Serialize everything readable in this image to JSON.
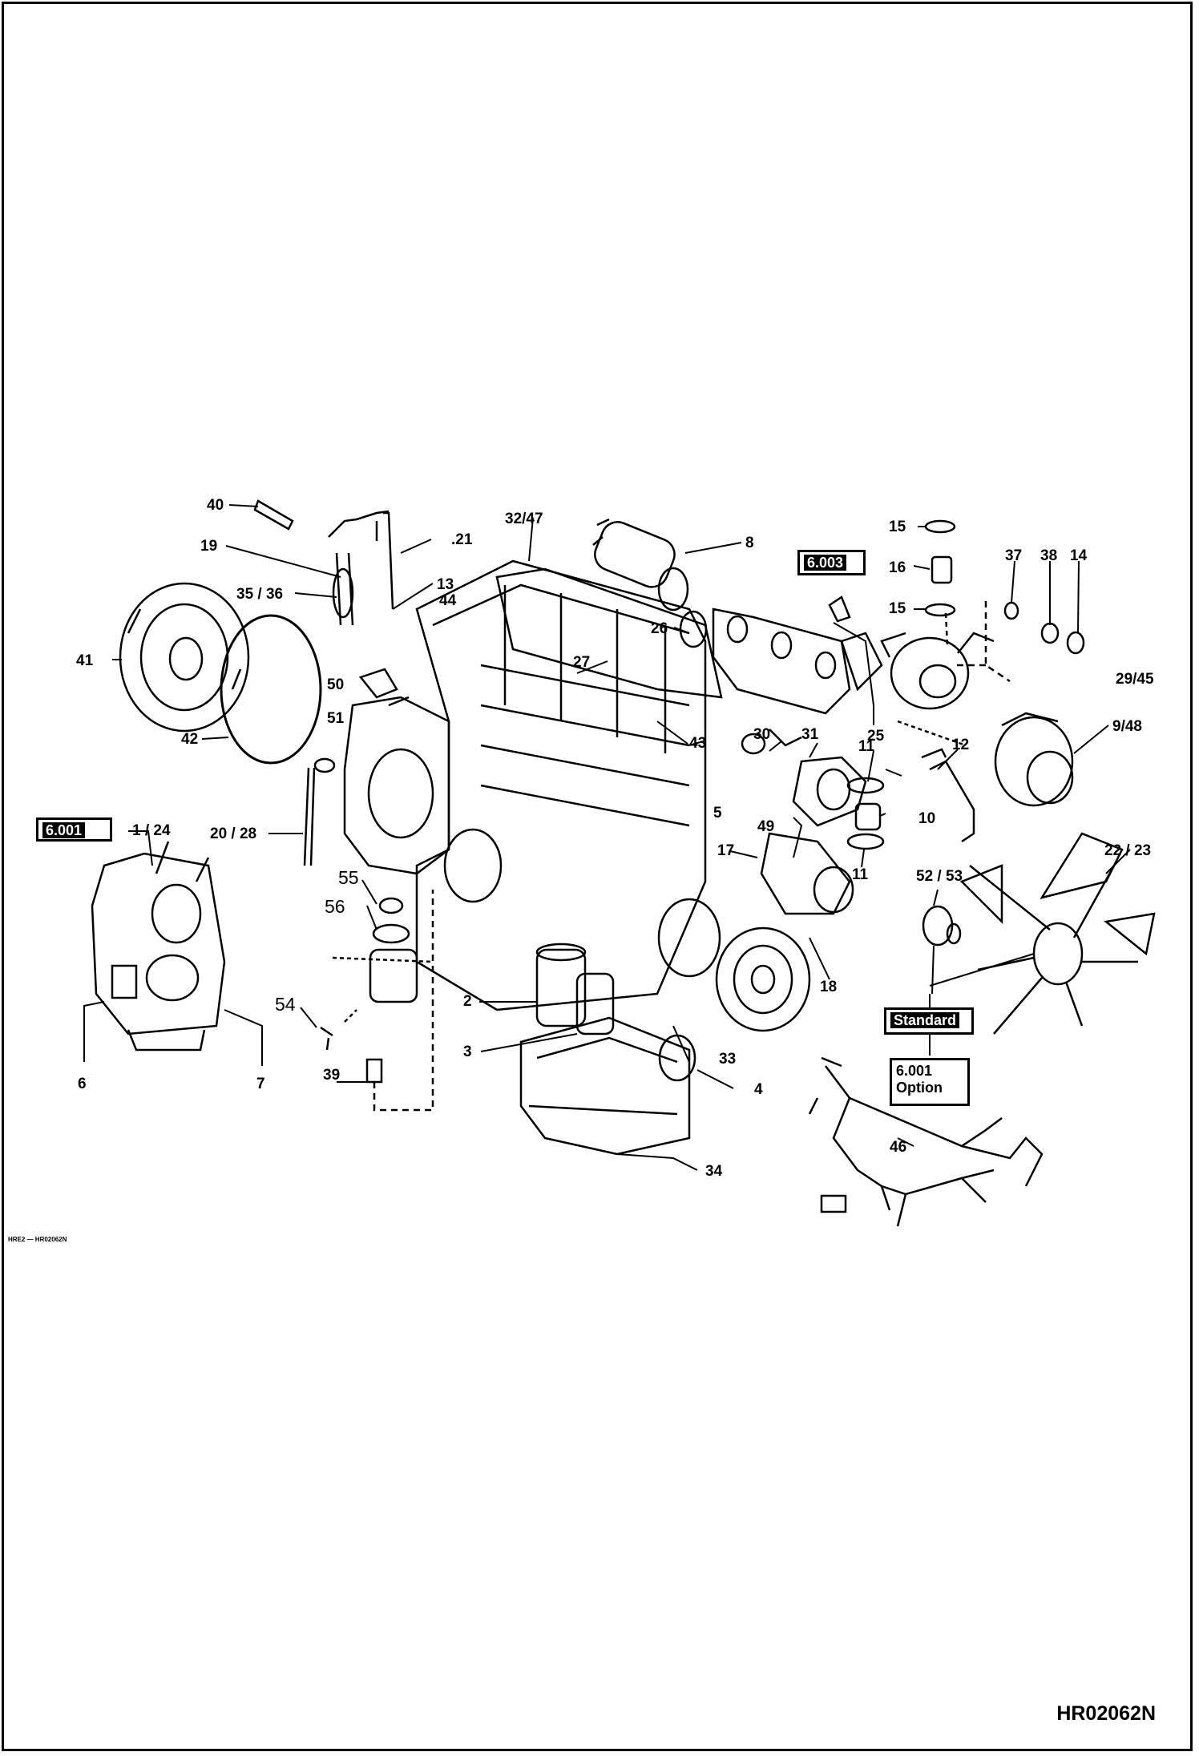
{
  "figure": {
    "code": "HR02062N",
    "footnote": "HRE2 — HR02062N",
    "boxes": {
      "ref_6001_top": "6.001",
      "ref_6003": "6.003",
      "standard": "Standard",
      "option_num": "6.001",
      "option_txt": "Option"
    },
    "labels": {
      "l40": "40",
      "l19": "19",
      "l35_36": "35 / 36",
      "l41": "41",
      "l42": "42",
      "l21": ".21",
      "l13": "13",
      "l44": "44",
      "l50": "50",
      "l51": "51",
      "l32_47": "32/47",
      "l8": "8",
      "l26": "26",
      "l27": "27",
      "l15a": "15",
      "l16": "16",
      "l15b": "15",
      "l37": "37",
      "l38": "38",
      "l14": "14",
      "l29_45": "29/45",
      "l25": "25",
      "l9_48": "9/48",
      "l1_24": "1 / 24",
      "l20_28": "20 / 28",
      "l55": "55",
      "l56": "56",
      "l30": "30",
      "l31": "31",
      "l11a": "11",
      "l12": "12",
      "l43": "43",
      "l5": "5",
      "l49": "49",
      "l10": "10",
      "l11b": "11",
      "l17": "17",
      "l52_53": "52 / 53",
      "l22_23": "22 / 23",
      "l18": "18",
      "l6": "6",
      "l7": "7",
      "l54": "54",
      "l2": "2",
      "l3": "3",
      "l33": "33",
      "l39": "39",
      "l4": "4",
      "l34": "34",
      "l46": "46"
    }
  }
}
